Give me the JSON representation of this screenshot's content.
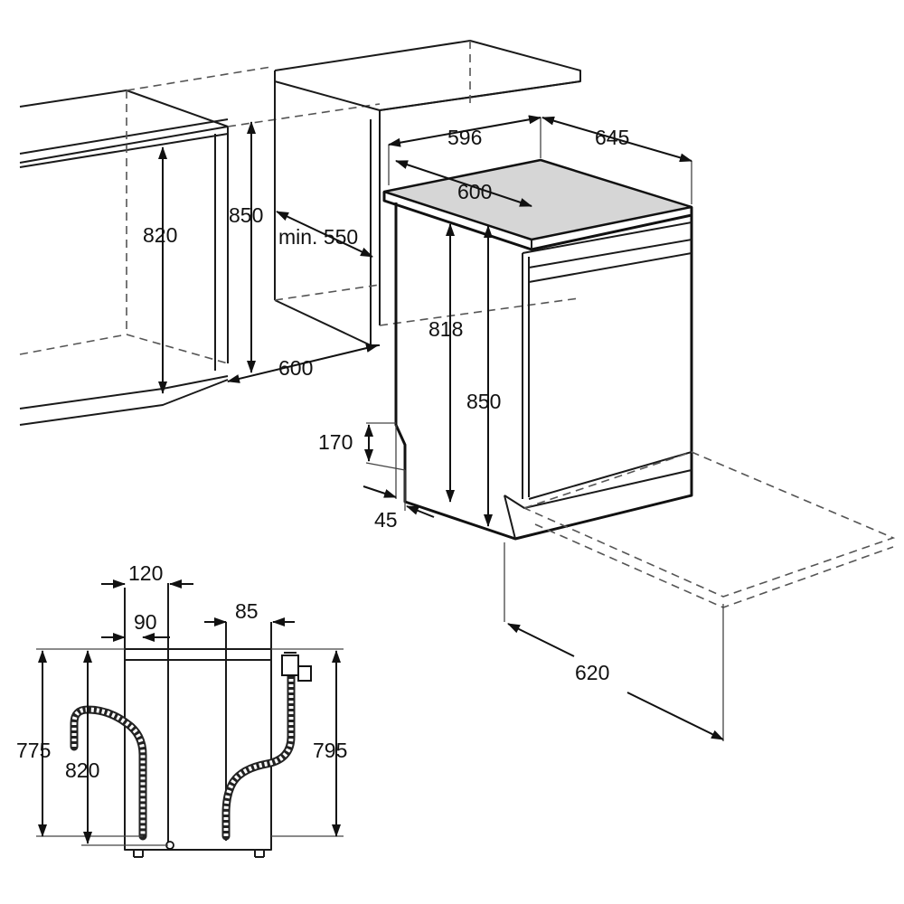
{
  "colors": {
    "line": "#111111",
    "worktop_fill": "#d6d6d6",
    "background": "#ffffff"
  },
  "dimensions": {
    "niche_height": "820",
    "counter_height": "850",
    "min_depth": "min. 550",
    "niche_width": "600",
    "appliance_width": "596",
    "appliance_depth": "645",
    "top_width": "600",
    "body_height": "818",
    "total_height": "850",
    "plinth_height": "170",
    "plinth_depth": "45",
    "door_open_depth": "620",
    "hose_side_120": "120",
    "hose_side_90": "90",
    "hose_side_85": "85",
    "rear_775": "775",
    "rear_820": "820",
    "rear_795": "795"
  },
  "icons": {
    "arrow": "arrowhead-icon",
    "drain_hose": "drain-hose-icon",
    "inlet_hose": "inlet-hose-icon"
  }
}
